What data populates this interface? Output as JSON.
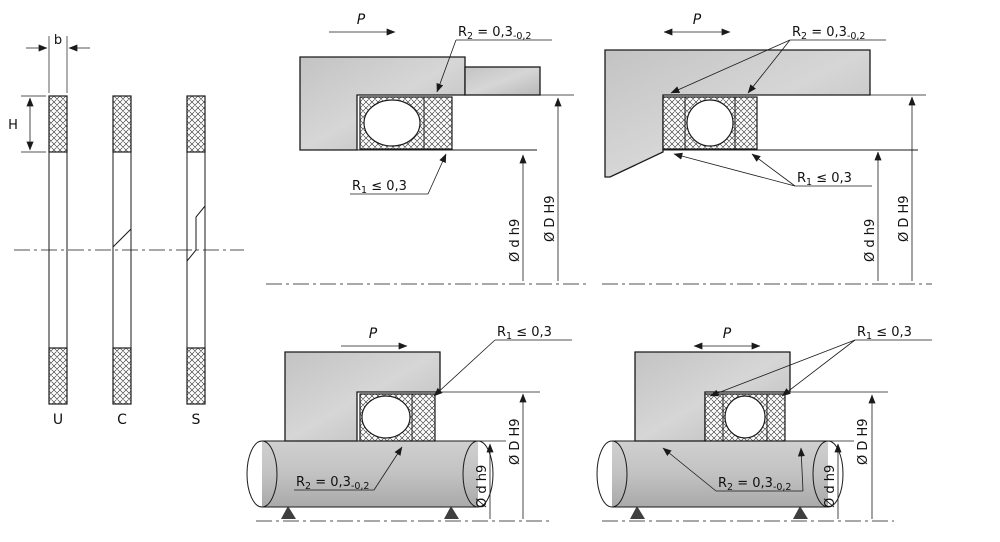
{
  "profiles": {
    "width_label": "b",
    "height_label": "H",
    "types": [
      "U",
      "C",
      "S"
    ]
  },
  "annotations": {
    "pressure": "P",
    "r1": {
      "base": "R",
      "sub": "1",
      "rest": " ≤ 0,3"
    },
    "r2": {
      "base": "R",
      "sub": "2",
      "rest": " = 0,3",
      "tol": "-0,2"
    },
    "rod_diameter": "Ø d h9",
    "bore_diameter": "Ø D H9"
  }
}
